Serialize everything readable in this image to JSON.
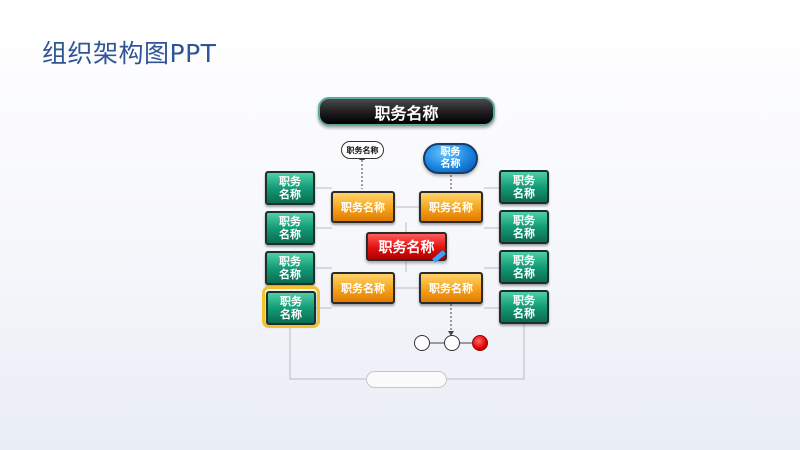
{
  "page": {
    "title": "组织架构图PPT"
  },
  "diagram": {
    "top_box": "职务名称",
    "small_pill": "职务名称",
    "blue_oval": "职务\n名称",
    "center_red": "职务名称",
    "orange_boxes": [
      "职务名称",
      "职务名称",
      "职务名称",
      "职务名称"
    ],
    "left_column": [
      "职务\n名称",
      "职务\n名称",
      "职务\n名称",
      "职务\n名称"
    ],
    "right_column": [
      "职务\n名称",
      "职务\n名称",
      "职务\n名称",
      "职务\n名称"
    ],
    "colors": {
      "title": "#2f5597",
      "green": "#149b77",
      "orange": "#f4a21a",
      "red": "#e01010",
      "blue": "#1b86e0",
      "highlight": "#f2c12e"
    }
  }
}
